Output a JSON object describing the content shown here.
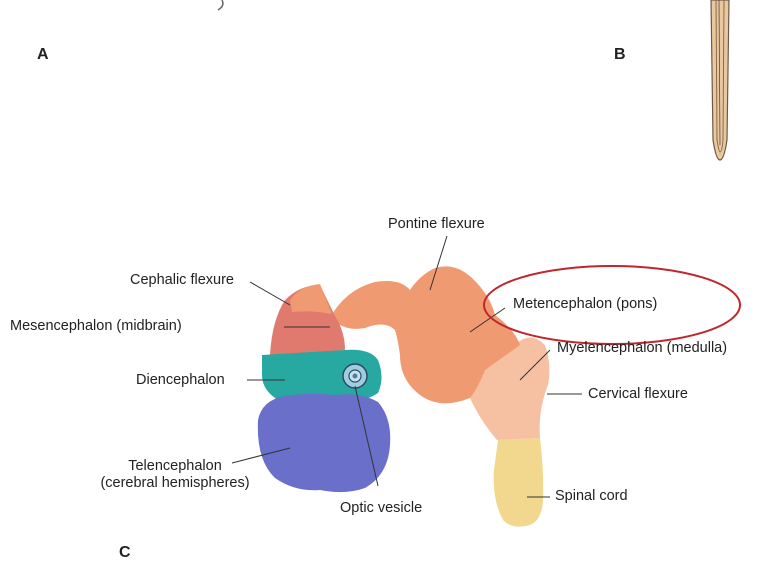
{
  "panels": {
    "a": "A",
    "b": "B",
    "c": "C"
  },
  "labels": {
    "pontine_flexure": "Pontine flexure",
    "cephalic_flexure": "Cephalic flexure",
    "mesencephalon": "Mesencephalon (midbrain)",
    "diencephalon": "Diencephalon",
    "telencephalon_line1": "Telencephalon",
    "telencephalon_line2": "(cerebral hemispheres)",
    "optic_vesicle": "Optic vesicle",
    "metencephalon": "Metencephalon (pons)",
    "myelencephalon": "Myelencephalon (medulla)",
    "cervical_flexure": "Cervical flexure",
    "spinal_cord": "Spinal cord"
  },
  "colors": {
    "mesencephalon": "#e07a6e",
    "diencephalon": "#27a8a0",
    "telencephalon": "#6a6fc9",
    "metencephalon": "#f09a72",
    "myelencephalon": "#f6c0a3",
    "spinal_cord": "#f2d88e",
    "highlight_ellipse": "#c0272d"
  }
}
